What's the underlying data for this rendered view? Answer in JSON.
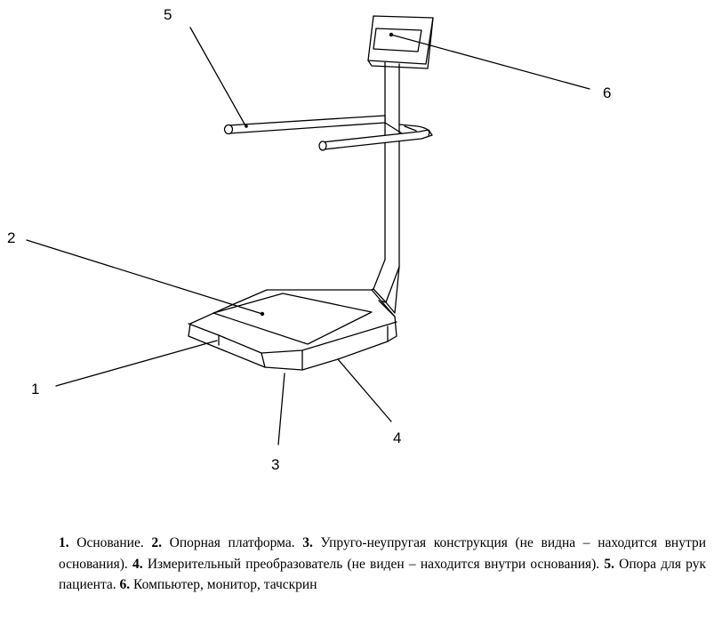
{
  "labels": {
    "l1": "1",
    "l2": "2",
    "l3": "3",
    "l4": "4",
    "l5": "5",
    "l6": "6"
  },
  "caption": {
    "n1": "1.",
    "t1": " Основание.  ",
    "n2": "2.",
    "t2": " Опорная платформа.  ",
    "n3": "3.",
    "t3": " Упруго-неупругая конструкция (не видна – находится внутри основания).  ",
    "n4": "4.",
    "t4": " Измерительный преобразователь (не виден – находится внутри основания).  ",
    "n5": "5.",
    "t5": " Опора для рук пациента.  ",
    "n6": "6.",
    "t6": " Компьютер, монитор, тачскрин"
  }
}
